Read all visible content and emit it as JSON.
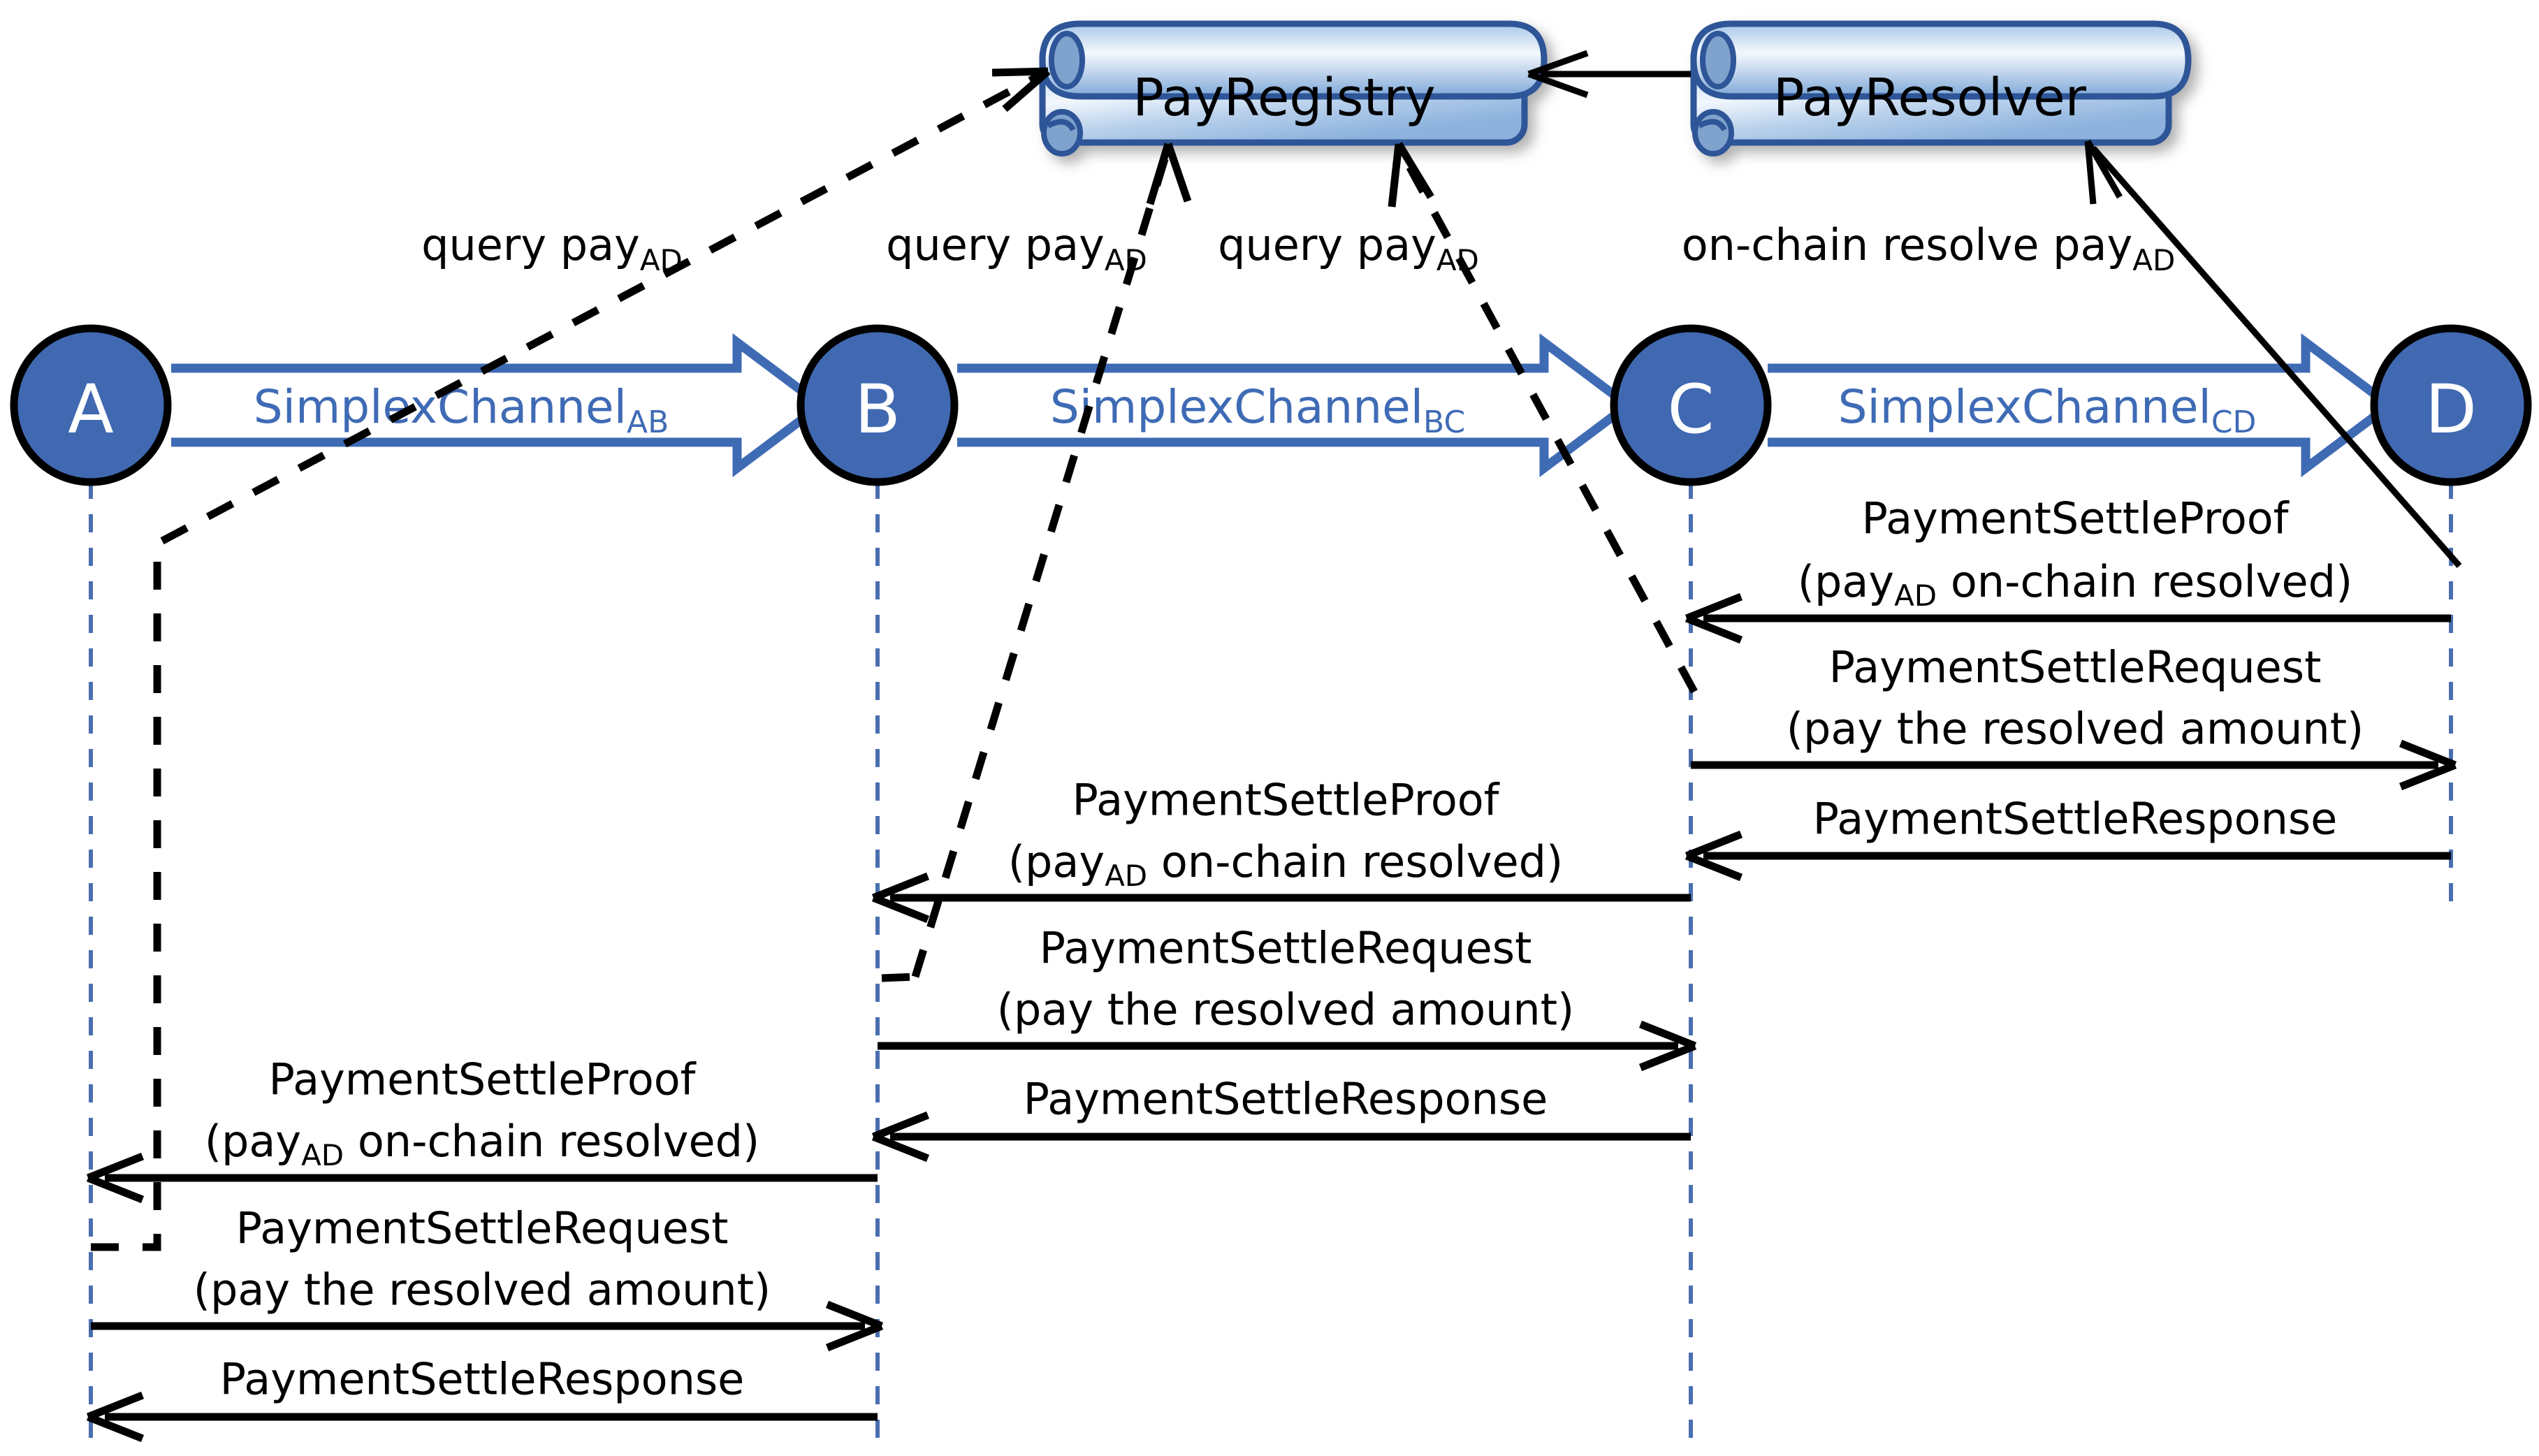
{
  "diagram": {
    "type": "uml-sequence-diagram",
    "title": "Multi-hop conditional payment on-chain resolution and settlement",
    "background_color": "#ffffff",
    "colors": {
      "node_fill": "#4169b2",
      "node_stroke": "#000000",
      "node_letter": "#ffffff",
      "channel_blue": "#3f6bb5",
      "lifeline_blue": "#4a6fb0",
      "box_border": "#2f5597",
      "box_fill_light": "#eaf1fb",
      "box_fill_dark": "#8fb4de",
      "message_black": "#000000"
    }
  },
  "components": [
    {
      "id": "payregistry",
      "label": "PayRegistry",
      "shape": "document-scroll"
    },
    {
      "id": "payresolver",
      "label": "PayResolver",
      "shape": "document-scroll"
    }
  ],
  "actors": [
    {
      "id": "A",
      "label": "A"
    },
    {
      "id": "B",
      "label": "B"
    },
    {
      "id": "C",
      "label": "C"
    },
    {
      "id": "D",
      "label": "D"
    }
  ],
  "channels": [
    {
      "id": "ab",
      "label": "SimplexChannel",
      "subscript": "AB",
      "from": "A",
      "to": "B"
    },
    {
      "id": "bc",
      "label": "SimplexChannel",
      "subscript": "BC",
      "from": "B",
      "to": "C"
    },
    {
      "id": "cd",
      "label": "SimplexChannel",
      "subscript": "CD",
      "from": "C",
      "to": "D"
    }
  ],
  "component_links": [
    {
      "id": "resolver-to-registry",
      "from": "PayResolver",
      "to": "PayRegistry",
      "style": "solid",
      "label": ""
    },
    {
      "id": "d-to-resolver",
      "from": "D",
      "to": "PayResolver",
      "style": "solid",
      "label": "on-chain resolve pay",
      "label_subscript": "AD"
    }
  ],
  "queries": [
    {
      "id": "query-a",
      "label": "query pay",
      "subscript": "AD",
      "from": "A",
      "to": "PayRegistry",
      "style": "dashed"
    },
    {
      "id": "query-b",
      "label": "query pay",
      "subscript": "AD",
      "from": "B",
      "to": "PayRegistry",
      "style": "dashed"
    },
    {
      "id": "query-c",
      "label": "query pay",
      "subscript": "AD",
      "from": "C",
      "to": "PayRegistry",
      "style": "dashed"
    }
  ],
  "message_groups": [
    {
      "id": "cd-group",
      "left_actor": "C",
      "right_actor": "D",
      "messages": [
        {
          "id": "cd-proof",
          "line1": "PaymentSettleProof",
          "line2_pre": "(pay",
          "line2_sub": "AD",
          "line2_post": " on-chain resolved)",
          "direction": "right-to-left"
        },
        {
          "id": "cd-request",
          "line1": "PaymentSettleRequest",
          "line2_pre": "(pay the resolved amount)",
          "line2_sub": "",
          "line2_post": "",
          "direction": "left-to-right"
        },
        {
          "id": "cd-response",
          "line1": "PaymentSettleResponse",
          "line2_pre": "",
          "line2_sub": "",
          "line2_post": "",
          "direction": "right-to-left"
        }
      ]
    },
    {
      "id": "bc-group",
      "left_actor": "B",
      "right_actor": "C",
      "messages": [
        {
          "id": "bc-proof",
          "line1": "PaymentSettleProof",
          "line2_pre": "(pay",
          "line2_sub": "AD",
          "line2_post": " on-chain resolved)",
          "direction": "right-to-left"
        },
        {
          "id": "bc-request",
          "line1": "PaymentSettleRequest",
          "line2_pre": "(pay the resolved amount)",
          "line2_sub": "",
          "line2_post": "",
          "direction": "left-to-right"
        },
        {
          "id": "bc-response",
          "line1": "PaymentSettleResponse",
          "line2_pre": "",
          "line2_sub": "",
          "line2_post": "",
          "direction": "right-to-left"
        }
      ]
    },
    {
      "id": "ab-group",
      "left_actor": "A",
      "right_actor": "B",
      "messages": [
        {
          "id": "ab-proof",
          "line1": "PaymentSettleProof",
          "line2_pre": "(pay",
          "line2_sub": "AD",
          "line2_post": " on-chain resolved)",
          "direction": "right-to-left"
        },
        {
          "id": "ab-request",
          "line1": "PaymentSettleRequest",
          "line2_pre": "(pay the resolved amount)",
          "line2_sub": "",
          "line2_post": "",
          "direction": "left-to-right"
        },
        {
          "id": "ab-response",
          "line1": "PaymentSettleResponse",
          "line2_pre": "",
          "line2_sub": "",
          "line2_post": "",
          "direction": "right-to-left"
        }
      ]
    }
  ]
}
